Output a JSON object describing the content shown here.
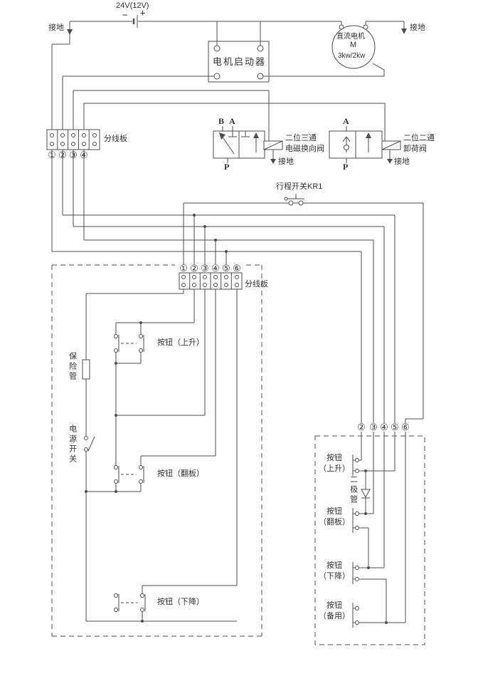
{
  "colors": {
    "line": "#4d4d4d",
    "text": "#333333",
    "background": "#ffffff"
  },
  "power": {
    "voltage": "24V(12V)",
    "minus": "−",
    "plus": "+"
  },
  "labels": {
    "ground": "接地"
  },
  "starter": {
    "label": "电机启动器"
  },
  "motor": {
    "name": "直流电机",
    "symbol": "M",
    "rating": "3kw/2kw"
  },
  "boards": {
    "left": {
      "label": "分线板",
      "terminals": [
        "①",
        "②",
        "③",
        "④"
      ]
    },
    "middle": {
      "label": "分线板",
      "terminals": [
        "①",
        "②",
        "③",
        "④",
        "⑤",
        "⑥"
      ]
    }
  },
  "valves": {
    "v1": {
      "port_b": "B",
      "port_a": "A",
      "port_p": "P",
      "name_line1": "二位三通",
      "name_line2": "电磁换向阀"
    },
    "v2": {
      "port_a": "A",
      "port_p": "P",
      "name_line1": "二位二通",
      "name_line2": "卸荷阀"
    }
  },
  "limit_switch": {
    "label": "行程开关KR1"
  },
  "left_panel": {
    "fuse": "保险管",
    "power_switch": "电源开关",
    "button_up": "按钮（上升）",
    "button_flip": "按钮（翻板）",
    "button_down": "按钮（下降）"
  },
  "right_panel": {
    "terminals": [
      "②",
      "③",
      "④",
      "⑤",
      "⑥"
    ],
    "diode": "二极管",
    "button_word": "按钮",
    "up": "（上升）",
    "flip": "（翻板）",
    "down": "（下降）",
    "spare": "（备用）"
  }
}
